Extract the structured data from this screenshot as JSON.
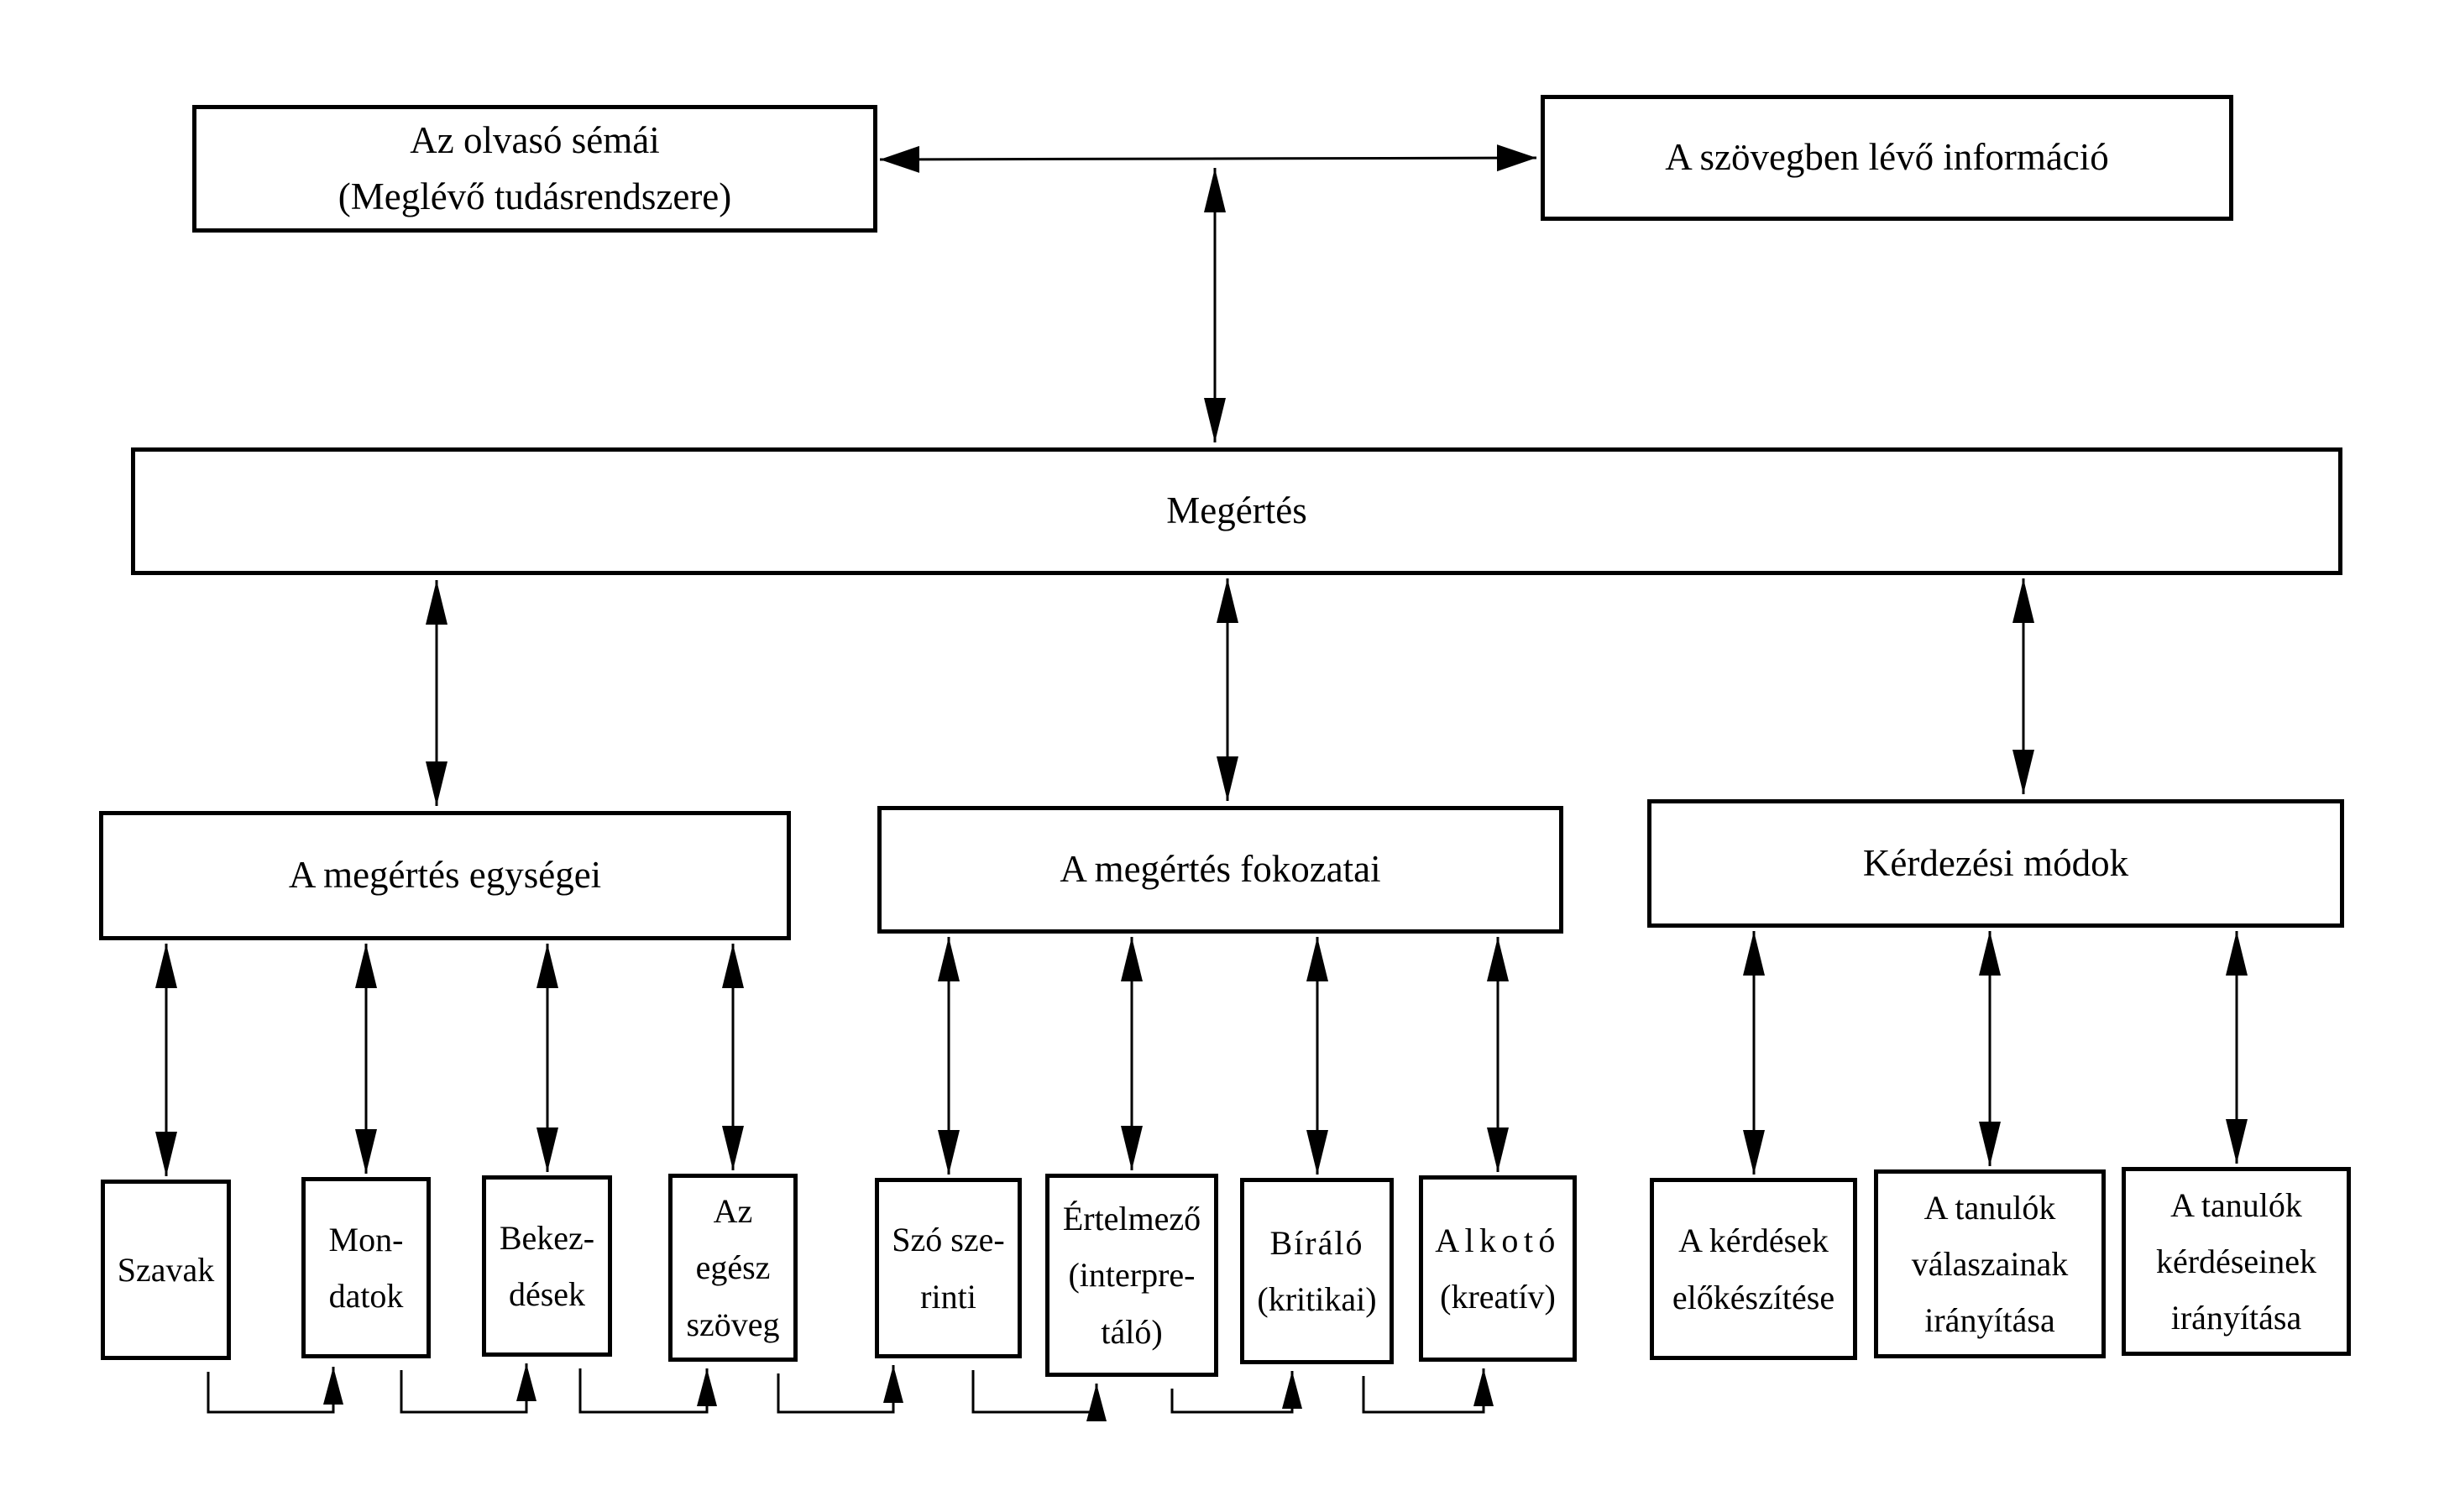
{
  "nodes": {
    "reader_schemas": {
      "lines": [
        "Az olvasó sémái",
        "(Meglévő tudásrendszere)"
      ]
    },
    "text_information": {
      "lines": [
        "A szövegben lévő információ"
      ]
    },
    "understanding": {
      "label": "Megértés"
    },
    "groups": [
      {
        "header": "A megértés egységei",
        "children": [
          {
            "lines": [
              "Szavak"
            ]
          },
          {
            "lines": [
              "Mon-",
              "datok"
            ]
          },
          {
            "lines": [
              "Bekez-",
              "dések"
            ]
          },
          {
            "lines": [
              "Az",
              "egész",
              "szöveg"
            ]
          }
        ]
      },
      {
        "header": "A megértés fokozatai",
        "children": [
          {
            "lines": [
              "Szó sze-",
              "rinti"
            ]
          },
          {
            "lines": [
              "Értelmező",
              "(interpre-",
              "táló)"
            ]
          },
          {
            "lines": [
              "Bíráló",
              "(kritikai)"
            ]
          },
          {
            "lines": [
              "Alkotó",
              "(kreatív)"
            ]
          }
        ]
      },
      {
        "header": "Kérdezési módok",
        "children": [
          {
            "lines": [
              "A kérdések",
              "előkészítése"
            ]
          },
          {
            "lines": [
              "A tanulók",
              "válaszainak",
              "irányítása"
            ]
          },
          {
            "lines": [
              "A tanulók",
              "kérdéseinek",
              "irányítása"
            ]
          }
        ]
      }
    ],
    "colors": {
      "ink": "#000000",
      "paper": "#ffffff"
    }
  }
}
